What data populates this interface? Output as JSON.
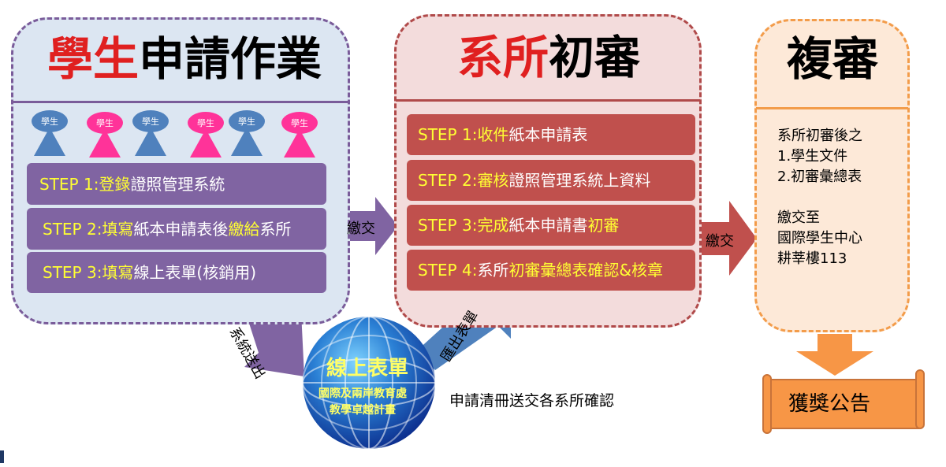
{
  "student": {
    "title_red": "學生",
    "title_black": "申請作業",
    "people_label": "學生",
    "steps": [
      {
        "prefix": "STEP 1:",
        "parts": [
          {
            "t": "登錄",
            "hl": true
          },
          {
            "t": "證照管理系統",
            "hl": false
          }
        ]
      },
      {
        "prefix": "STEP 2:",
        "parts": [
          {
            "t": "填寫",
            "hl": true
          },
          {
            "t": "紙本申請表後",
            "hl": false
          },
          {
            "t": "繳給",
            "hl": true
          },
          {
            "t": "系所",
            "hl": false
          }
        ]
      },
      {
        "prefix": "STEP 3:",
        "parts": [
          {
            "t": "填寫",
            "hl": true
          },
          {
            "t": "線上表單(核銷用)",
            "hl": false
          }
        ]
      }
    ]
  },
  "dept": {
    "title_red": "系所",
    "title_black": "初審",
    "steps": [
      {
        "prefix": "STEP 1:",
        "parts": [
          {
            "t": "收件",
            "hl": true
          },
          {
            "t": "紙本申請表",
            "hl": false
          }
        ]
      },
      {
        "prefix": "STEP 2:",
        "parts": [
          {
            "t": "審核",
            "hl": true
          },
          {
            "t": "證照管理系統上資料",
            "hl": false
          }
        ]
      },
      {
        "prefix": "STEP 3:",
        "parts": [
          {
            "t": "完成",
            "hl": true
          },
          {
            "t": "紙本申請書",
            "hl": false
          },
          {
            "t": "初審",
            "hl": true
          }
        ]
      },
      {
        "prefix": "STEP 4:",
        "parts": [
          {
            "t": "系所",
            "hl": false
          },
          {
            "t": "初審彙總表確認&核章",
            "hl": true
          }
        ]
      }
    ]
  },
  "review": {
    "title": "複審",
    "notes": [
      "系所初審後之",
      "1.學生文件",
      "2.初審彙總表",
      "",
      "繳交至",
      "國際學生中心",
      "耕莘樓113"
    ]
  },
  "arrows": {
    "submit1": "繳交",
    "submit2": "繳交",
    "system_send": "系統送出",
    "export_form": "匯出表單"
  },
  "globe": {
    "title": "線上表單",
    "line1": "國際及兩岸教育處",
    "line2": "教學卓越計畫"
  },
  "caption": "申請清冊送交各系所確認",
  "award": "獲獎公告",
  "colors": {
    "highlight": "#ffff33",
    "title_red": "#e02020",
    "step_purple": "#8064a2",
    "step_red": "#c0504d",
    "arrow_purple": "#8064a2",
    "arrow_red": "#c0504d",
    "arrow_blue": "#4f81bd",
    "arrow_orange": "#f79646",
    "person_blue": "#4f81bd",
    "person_pink": "#ff3399"
  }
}
